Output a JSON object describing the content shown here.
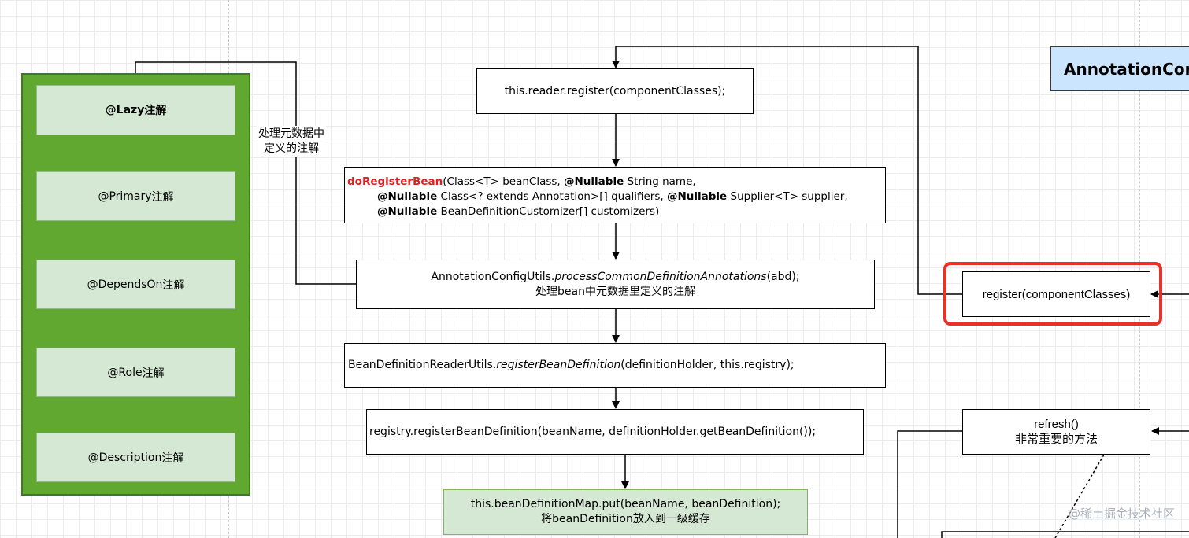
{
  "left_note": [
    "处理元数据中",
    "定义的注解"
  ],
  "annotations": [
    {
      "name": "@Lazy",
      "suffix": "注解"
    },
    {
      "name": "@Primary",
      "suffix": "注解"
    },
    {
      "name": "@DependsOn",
      "suffix": "注解"
    },
    {
      "name": "@Role",
      "suffix": "注解"
    },
    {
      "name": "@Description",
      "suffix": "注解"
    }
  ],
  "reader_register": "this.reader.register(componentClasses);",
  "do_register": {
    "method": "doRegisterBean",
    "l1_rest": "(Class<T> beanClass, ",
    "nullable": "@Nullable",
    "l1_end": " String name,",
    "l2_a": " Class<? extends Annotation>[] qualifiers, ",
    "l2_b": " Supplier<T> supplier,",
    "l3_a": " BeanDefinitionCustomizer[] customizers)"
  },
  "process_common": {
    "prefix": "AnnotationConfigUtils.",
    "method": "processCommonDefinitionAnnotations",
    "suffix": "(abd);",
    "note": "处理bean中元数据里定义的注解"
  },
  "reader_utils": {
    "prefix": "BeanDefinitionReaderUtils.",
    "method": "registerBeanDefinition",
    "suffix": "(definitionHolder, this.registry);"
  },
  "registry_register": "registry.registerBeanDefinition(beanName, definitionHolder.getBeanDefinition());",
  "bean_map_put": {
    "line1": "this.beanDefinitionMap.put(beanName, beanDefinition);",
    "line2": "将beanDefinition放入到一级缓存"
  },
  "annotation_config_title": "AnnotationConfi",
  "register_component": "register(componentClasses)",
  "refresh": {
    "line1": "refresh()",
    "line2": "非常重要的方法"
  },
  "watermark": "@稀土掘金技术社区",
  "colors": {
    "green_panel": "#60a830",
    "annotation_fill": "#d5e8d4",
    "highlight_red": "#e8312a",
    "method_red": "#e11d1d",
    "title_blue": "#cce5ff"
  }
}
